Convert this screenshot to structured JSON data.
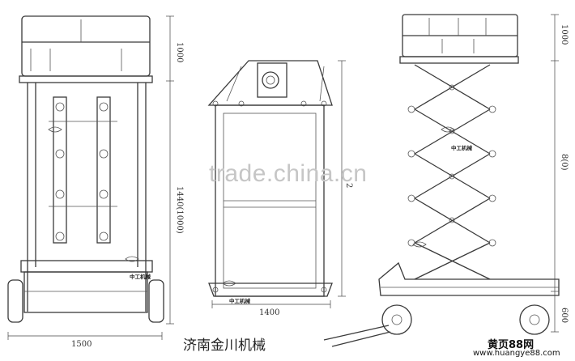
{
  "dimensions": {
    "left_height_top": "1000",
    "left_height_bottom": "1440(1000)",
    "left_width": "1500",
    "front_width": "1400",
    "front_height": "2",
    "right_height_top": "1000",
    "right_height_mid": "8(0)",
    "right_height_bottom": "600"
  },
  "watermark": "trade.china.cn",
  "company": "济南金川机械",
  "machine_badge": "中工机械",
  "corner_badge": {
    "site_name": "黄页88网",
    "url": "www.huangye88.com"
  },
  "icons": [
    "scissor-lift-side-view",
    "scissor-lift-front-view",
    "scissor-lift-extended-view",
    "wheel-icon",
    "logo-icon"
  ]
}
